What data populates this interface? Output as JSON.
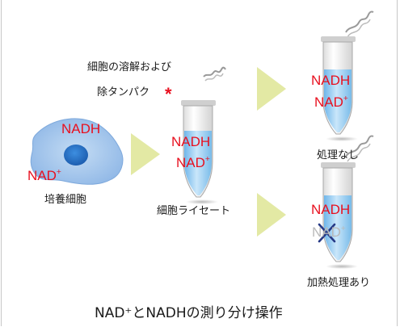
{
  "caption": "NAD⁺とNADHの測り分け操作",
  "step_label": {
    "line1": "細胞の溶解および",
    "line2": "除タンパク",
    "asterisk": "*"
  },
  "cell": {
    "nadh": "NADH",
    "nad_base": "NAD",
    "nad_sup": "+",
    "label": "培養細胞"
  },
  "lysate_tube": {
    "nadh": "NADH",
    "nad_base": "NAD",
    "nad_sup": "+",
    "label": "細胞ライセート"
  },
  "untreated_tube": {
    "nadh": "NADH",
    "nad_base": "NAD",
    "nad_sup": "+",
    "label": "処理なし"
  },
  "heated_tube": {
    "nadh": "NADH",
    "nad_base": "NAD",
    "nad_sup": "+",
    "label": "加熱処理あり"
  },
  "colors": {
    "nad_red": "#e8101f",
    "arrow_green": "#e3e9a4",
    "tube_liquid": "#8fc9f0",
    "cell_fill": "#aecdef",
    "nucleus": "#2c75c9",
    "cross_navy": "#273a86",
    "faded_gray": "#b9b9b9"
  }
}
